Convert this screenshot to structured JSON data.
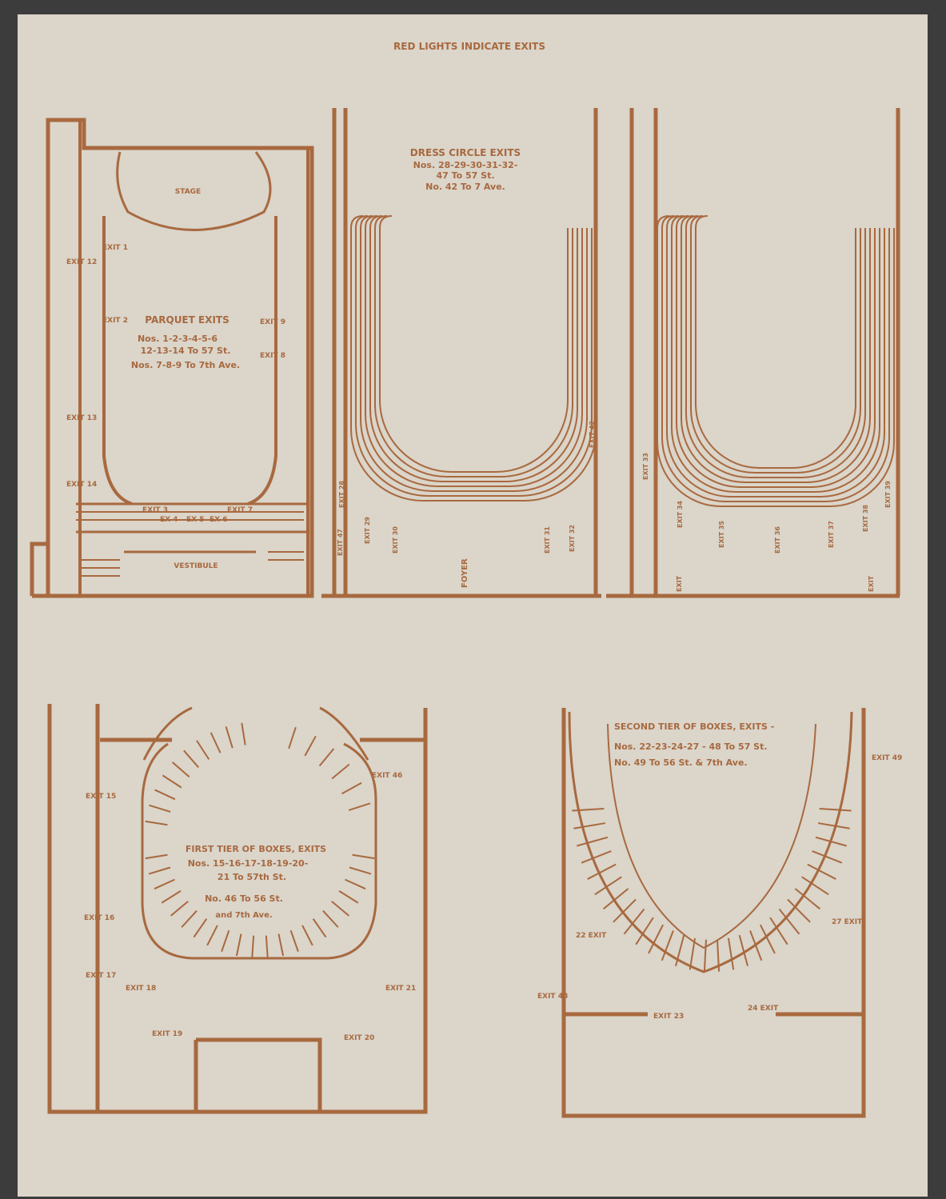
{
  "header": "RED LIGHTS INDICATE EXITS",
  "parquet": {
    "stage": "STAGE",
    "vestibule": "VESTIBULE",
    "title": "PARQUET EXITS",
    "lines": [
      "Nos. 1-2-3-4-5-6",
      "12-13-14 To 57 St.",
      "Nos. 7-8-9 To 7th Ave."
    ],
    "exits": [
      "EXIT 1",
      "EXIT 2",
      "EXIT 3",
      "EX 4",
      "EX 5",
      "EX 6",
      "EXIT 7",
      "EXIT 8",
      "EXIT 9",
      "EXIT 12",
      "EXIT 13",
      "EXIT 14"
    ]
  },
  "dress_circle": {
    "title": "DRESS CIRCLE EXITS",
    "lines": [
      "Nos. 28-29-30-31-32-",
      "47 To 57 St.",
      "No. 42 To 7 Ave."
    ],
    "foyer": "FOYER",
    "exits": [
      "EXIT 28",
      "EXIT 29",
      "EXIT 30",
      "EXIT 31",
      "EXIT 32",
      "EXIT 42",
      "EXIT 47"
    ]
  },
  "balcony": {
    "exits": [
      "EXIT 33",
      "EXIT 34",
      "EXIT 35",
      "EXIT 36",
      "EXIT 37",
      "EXIT 38",
      "EXIT 39",
      "EXIT",
      "EXIT"
    ]
  },
  "first_tier": {
    "title": "FIRST TIER OF BOXES, EXITS",
    "lines": [
      "Nos. 15-16-17-18-19-20-",
      "21 To 57th St.",
      "No. 46 To 56 St.",
      "and 7th Ave."
    ],
    "exits": [
      "EXIT 15",
      "EXIT 16",
      "EXIT 17",
      "EXIT 18",
      "EXIT 19",
      "EXIT 20",
      "EXIT 21",
      "EXIT 46"
    ]
  },
  "second_tier": {
    "title": "SECOND TIER OF BOXES, EXITS -",
    "lines": [
      "Nos. 22-23-24-27 - 48 To 57 St.",
      "No. 49 To 56 St. & 7th Ave."
    ],
    "exits": [
      "22 EXIT",
      "EXIT 23",
      "24 EXIT",
      "27 EXIT",
      "EXIT 48",
      "EXIT 49"
    ]
  },
  "colors": {
    "paper": "#dbd5ca",
    "ink": "#a8693f"
  }
}
